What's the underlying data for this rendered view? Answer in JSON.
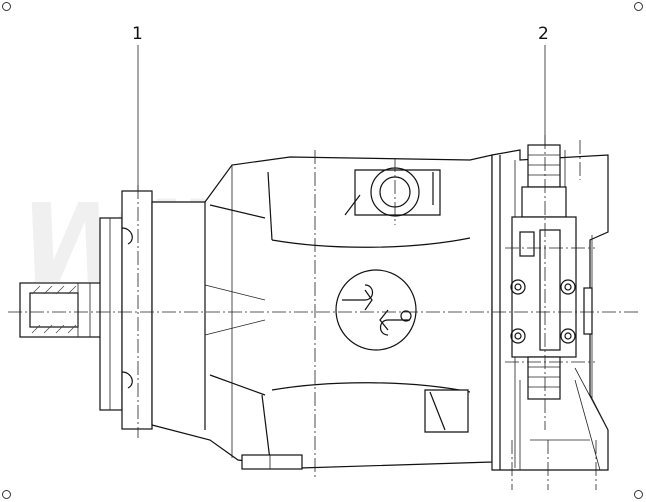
{
  "diagram": {
    "callouts": [
      {
        "id": "1",
        "label": "1"
      },
      {
        "id": "2",
        "label": "2"
      }
    ],
    "watermark": "Wibakon",
    "colors": {
      "line": "#111111",
      "background": "#ffffff",
      "watermark": "#f0f0f0"
    }
  }
}
